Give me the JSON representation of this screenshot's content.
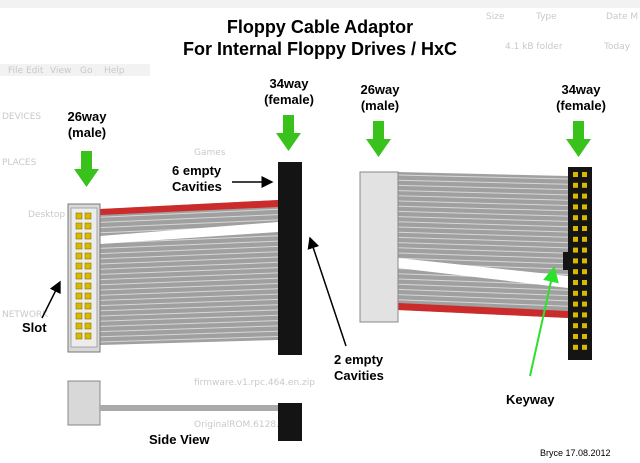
{
  "title_line1": "Floppy Cable Adaptor",
  "title_line2": "For Internal Floppy Drives / HxC",
  "left_assembly": {
    "connector_26_label_1": "26way",
    "connector_26_label_2": "(male)",
    "connector_34_label_1": "34way",
    "connector_34_label_2": "(female)",
    "six_empty_1": "6 empty",
    "six_empty_2": "Cavities",
    "slot_label": "Slot",
    "two_empty_1": "2 empty",
    "two_empty_2": "Cavities",
    "side_view_label": "Side View"
  },
  "right_assembly": {
    "connector_26_label_1": "26way",
    "connector_26_label_2": "(male)",
    "connector_34_label_1": "34way",
    "connector_34_label_2": "(female)",
    "keyway_label": "Keyway"
  },
  "credit": "Bryce 17.08.2012",
  "colors": {
    "arrow_green": "#39c21c",
    "keyway_arrow": "#2ee02e",
    "ribbon_grey": "#9c9c9c",
    "ribbon_red": "#cc2b2b",
    "connector_black": "#141414",
    "connector_grey": "#d8d8d8",
    "pin_yellow": "#d9b800"
  },
  "background_ghost": [
    "Size",
    "Type",
    "Date M",
    "4.1 kB folder",
    "Today",
    "File",
    "Edit",
    "View",
    "Go",
    "Help",
    "DEVICES",
    "PLACES",
    "NETWORK",
    "Games",
    "Desktop",
    "firmware.v1.rpc.464.en.zip",
    "OriginalROM.6128.zip"
  ]
}
